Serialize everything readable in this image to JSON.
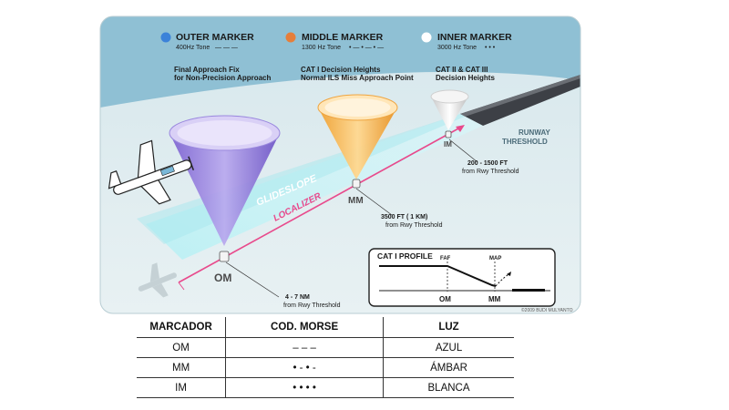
{
  "legend": {
    "outer": {
      "title": "OUTER MARKER",
      "tone": "400Hz Tone",
      "morse": "— — —",
      "color": "#3b82d9"
    },
    "middle": {
      "title": "MIDDLE MARKER",
      "tone": "1300 Hz Tone",
      "morse": "• — • — • —",
      "color": "#e67e3a"
    },
    "inner": {
      "title": "INNER MARKER",
      "tone": "3000 Hz Tone",
      "morse": "• • •",
      "color": "#ffffff"
    }
  },
  "descriptions": {
    "outer": [
      "Final Approach Fix",
      "for Non-Precision Approach"
    ],
    "middle": [
      "CAT I Decision Heights",
      "Normal ILS Miss Approach Point"
    ],
    "inner": [
      "CAT II & CAT III",
      "Decision Heights"
    ]
  },
  "labels": {
    "runway_threshold": [
      "RUNWAY",
      "THRESHOLD"
    ],
    "glideslope": "GLIDESLOPE",
    "localizer": "LOCALIZER",
    "om": "OM",
    "mm": "MM",
    "im": "IM"
  },
  "distances": {
    "im": [
      "200 - 1500 FT",
      "from Rwy Threshold"
    ],
    "mm": [
      "3500 FT ( 1 KM)",
      "from Rwy Threshold"
    ],
    "om": [
      "4 - 7 NM",
      "from Rwy Threshold"
    ]
  },
  "profile": {
    "title": "CAT I PROFILE",
    "faf": "FAF",
    "map": "MAP",
    "om": "OM",
    "mm": "MM"
  },
  "copyright": "©2009 BUDI MULYANTO",
  "table": {
    "headers": [
      "MARCADOR",
      "COD. MORSE",
      "LUZ"
    ],
    "rows": [
      {
        "marker": "OM",
        "morse": "– – –",
        "light": "AZUL"
      },
      {
        "marker": "MM",
        "morse": "• - • -",
        "light": "ÁMBAR"
      },
      {
        "marker": "IM",
        "morse": "• • • •",
        "light": "BLANCA"
      }
    ]
  }
}
